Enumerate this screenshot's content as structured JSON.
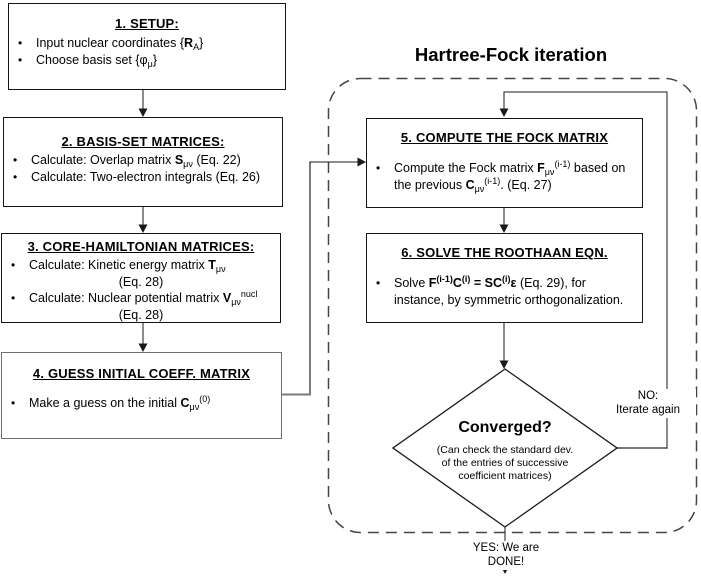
{
  "title": "Hartree-Fock iteration",
  "boxes": {
    "setup": {
      "heading": "1. SETUP:",
      "bullets": [
        {
          "text": "Input nuclear coordinates {**R**~A~}"
        },
        {
          "text": "Choose basis set {φ~μ~}"
        }
      ]
    },
    "basis": {
      "heading": "2. BASIS-SET MATRICES:",
      "bullets": [
        {
          "text": "Calculate: Overlap matrix **S**~μν~ (Eq. 22)"
        },
        {
          "text": "Calculate: Two-electron integrals (Eq. 26)"
        }
      ]
    },
    "core": {
      "heading": "3. CORE-HAMILTONIAN MATRICES:",
      "bullets": [
        {
          "text": "Calculate: Kinetic energy matrix **T**~μν~",
          "subline": "(Eq. 28)"
        },
        {
          "text": "Calculate: Nuclear potential matrix **V**~μν~^nucl^",
          "subline": "(Eq. 28)"
        }
      ]
    },
    "guess": {
      "heading": "4. GUESS INITIAL COEFF. MATRIX",
      "bullets": [
        {
          "text": "Make a guess on the initial **C**~μν~^(0)^"
        }
      ]
    },
    "fock": {
      "heading": "5. COMPUTE THE FOCK MATRIX",
      "bullets": [
        {
          "text": "Compute the Fock matrix **F**~μν~^(i-1)^ based on\nthe previous **C**~μν~^(i-1)^. (Eq. 27)"
        }
      ]
    },
    "roothaan": {
      "heading": "6. SOLVE THE ROOTHAAN EQN.",
      "bullets": [
        {
          "text": "Solve **F^(i-1)^C^(i)^ = SC^(i)^ε** (Eq. 29), for\ninstance, by symmetric orthogonalization."
        }
      ]
    }
  },
  "decision": {
    "question": "Converged?",
    "note": "(Can check the standard dev.\nof the entries of successive\ncoefficient matrices)"
  },
  "labels": {
    "no": "NO:\nIterate again",
    "yes": "YES: We are DONE!"
  },
  "colors": {
    "line": "#1a1a1a",
    "gray_line": "#7a7a7a",
    "dashed_border": "#454545"
  }
}
